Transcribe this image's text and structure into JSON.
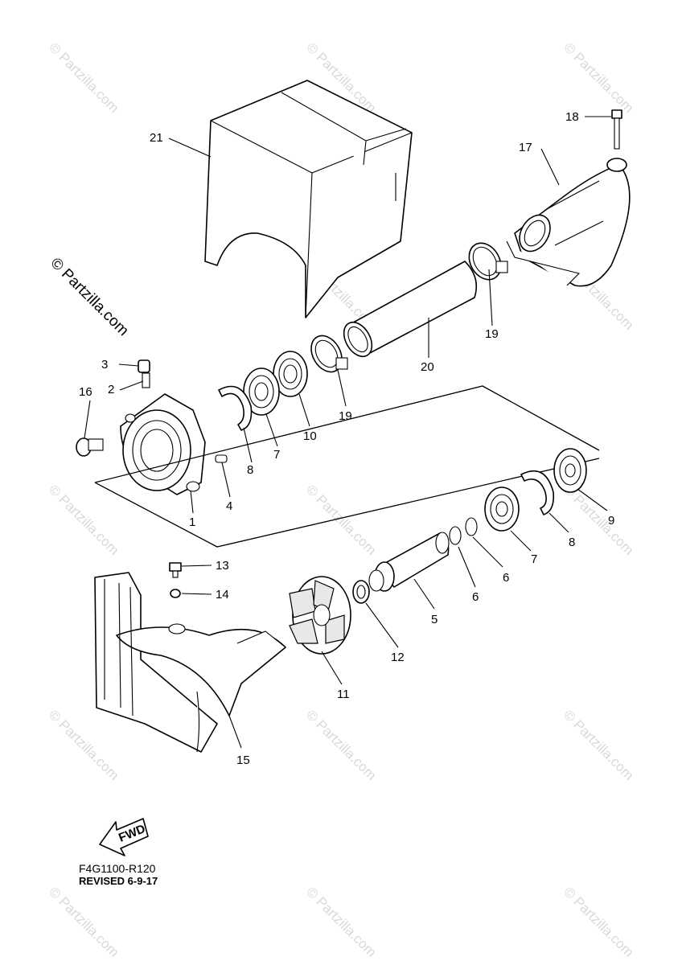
{
  "watermark": {
    "small_text": "© Partzilla.com",
    "big_text": "© Partzilla.com"
  },
  "callouts": {
    "c1": "1",
    "c2": "2",
    "c3": "3",
    "c4": "4",
    "c5": "5",
    "c6a": "6",
    "c6b": "6",
    "c7a": "7",
    "c7b": "7",
    "c8a": "8",
    "c8b": "8",
    "c9": "9",
    "c10": "10",
    "c11": "11",
    "c12": "12",
    "c13": "13",
    "c14": "14",
    "c15": "15",
    "c16": "16",
    "c17": "17",
    "c18": "18",
    "c19a": "19",
    "c19b": "19",
    "c20": "20",
    "c21": "21"
  },
  "fwd_label": "FWD",
  "footer": {
    "code": "F4G1100-R120",
    "revised": "REVISED 6-9-17"
  }
}
